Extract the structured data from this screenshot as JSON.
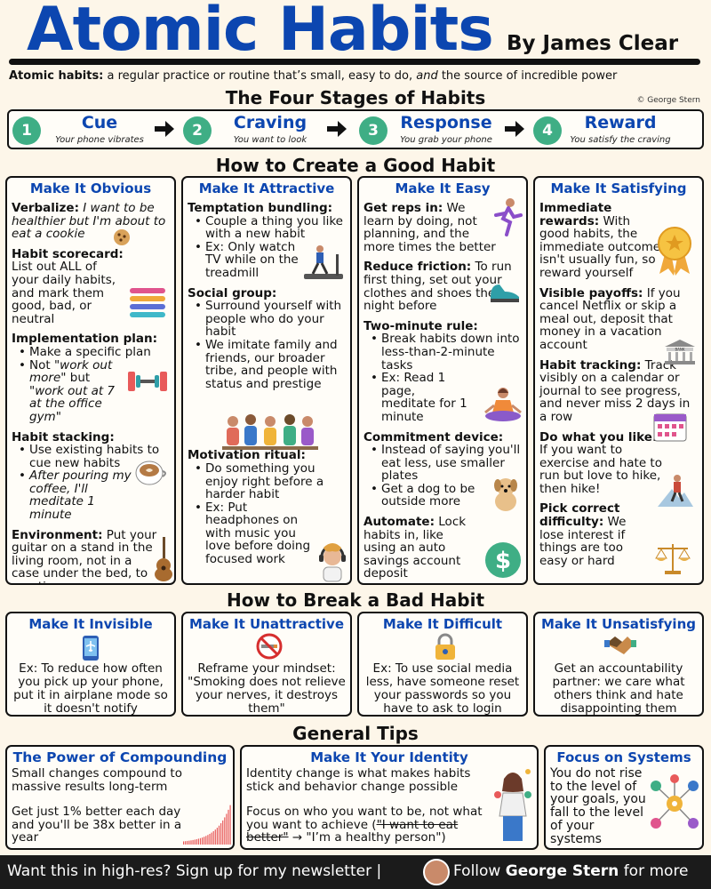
{
  "header": {
    "title": "Atomic Habits",
    "byline": "By James Clear",
    "definition_term": "Atomic habits:",
    "definition_a": " a regular practice or routine that’s small, easy to do, ",
    "definition_em": "and",
    "definition_b": " the source of incredible power",
    "credit": "© George Stern"
  },
  "stages": {
    "title": "The Four Stages of Habits",
    "items": [
      {
        "num": "1",
        "name": "Cue",
        "sub": "Your phone vibrates"
      },
      {
        "num": "2",
        "name": "Craving",
        "sub": "You want to look"
      },
      {
        "num": "3",
        "name": "Response",
        "sub": "You grab your phone"
      },
      {
        "num": "4",
        "name": "Reward",
        "sub": "You satisfy the craving"
      }
    ]
  },
  "good": {
    "title": "How to Create a Good Habit",
    "obvious": {
      "title": "Make It Obvious",
      "verbalize_k": "Verbalize:",
      "verbalize_v": " I want to be healthier but I'm about to eat a cookie",
      "scorecard_k": "Habit scorecard:",
      "scorecard_v": " List out ALL of your daily habits, and mark them good, bad, or neutral",
      "impl_k": "Implementation plan:",
      "impl_1": "Make a specific plan",
      "impl_2a": "Not ",
      "impl_2b": "\"work out more\"",
      "impl_2c": " but ",
      "impl_2d": "\"work out at 7 at the office gym\"",
      "stack_k": "Habit stacking:",
      "stack_1": "Use existing habits to cue new habits",
      "stack_2": "After pouring my coffee, I'll meditate 1 minute",
      "env_k": "Environment:",
      "env_v": " Put your guitar on a stand in the living room, not in a case under the bed, to practice more"
    },
    "attractive": {
      "title": "Make It Attractive",
      "tb_k": "Temptation bundling:",
      "tb_1": "Couple a thing you like with a new habit",
      "tb_2": "Ex: Only watch TV while on the treadmill",
      "sg_k": "Social group:",
      "sg_1": "Surround yourself with people who do your habit",
      "sg_2": "We imitate family and friends, our broader tribe, and people with status and prestige",
      "mr_k": "Motivation ritual:",
      "mr_1": "Do something you enjoy right before a harder habit",
      "mr_2": "Ex: Put headphones on with music you love before doing focused work"
    },
    "easy": {
      "title": "Make It Easy",
      "reps_k": "Get reps in:",
      "reps_v": " We learn by doing, not planning, and the more times the better",
      "fr_k": "Reduce friction:",
      "fr_v": " To run first thing, set out your clothes and shoes the night before",
      "tm_k": "Two-minute rule:",
      "tm_1": "Break habits down into less-than-2-minute tasks",
      "tm_2": "Ex: Read 1 page, meditate for 1 minute",
      "cd_k": "Commitment device:",
      "cd_1": "Instead of saying you'll eat less, use smaller plates",
      "cd_2": "Get a dog to be outside more",
      "au_k": "Automate:",
      "au_v": " Lock habits in, like using an auto savings account deposit"
    },
    "satisfying": {
      "title": "Make It Satisfying",
      "ir_k": "Immediate rewards:",
      "ir_v": " With good habits, the immediate outcome isn't usually fun, so reward yourself",
      "vp_k": "Visible payoffs:",
      "vp_v": " If you cancel Netflix or skip a meal out, deposit that money in a vacation account",
      "ht_k": "Habit tracking:",
      "ht_v": " Track visibly on a calendar or journal to see progress, and never miss 2 days in a row",
      "dw_k": "Do what you like:",
      "dw_v": " If you want to exercise and hate to run but love to hike, then hike!",
      "pc_k": "Pick correct difficulty:",
      "pc_v": " We lose interest if things are too easy or hard",
      "bank": "BANK"
    }
  },
  "bad": {
    "title": "How to Break a Bad Habit",
    "items": [
      {
        "title": "Make It Invisible",
        "text": "Ex: To reduce how often you pick up your phone, put it in airplane mode so it doesn't notify"
      },
      {
        "title": "Make It Unattractive",
        "text": "Reframe your mindset: \"Smoking does not relieve your nerves, it destroys them\""
      },
      {
        "title": "Make It Difficult",
        "text": "Ex: To use social media less, have someone reset your passwords so you have to ask to login"
      },
      {
        "title": "Make It Unsatisfying",
        "text": "Get an accountability partner: we care what others think and hate disappointing them"
      }
    ]
  },
  "tips": {
    "title": "General Tips",
    "compounding": {
      "title": "The Power of Compounding",
      "p1": "Small changes compound to massive results long-term",
      "p2": "Get just 1% better each day and you'll be 38x better in a year"
    },
    "identity": {
      "title": "Make It Your Identity",
      "p1": "Identity change is what makes habits stick and behavior change possible",
      "p2a": "Focus on who you want to be, not what you want to achieve (",
      "p2b": "\"I want to eat better\"",
      "p2c": " → \"I’m a healthy person\")"
    },
    "systems": {
      "title": "Focus on Systems",
      "p1": "You do not rise to the level of your goals, you fall to the level of your systems"
    }
  },
  "footer": {
    "left": "Want this in high-res? Sign up for my newsletter |",
    "follow": "Follow ",
    "name": "George Stern",
    "tail": " for more"
  },
  "colors": {
    "accent": "#0c46b0",
    "green": "#3fae85",
    "background": "#fdf6e9"
  }
}
